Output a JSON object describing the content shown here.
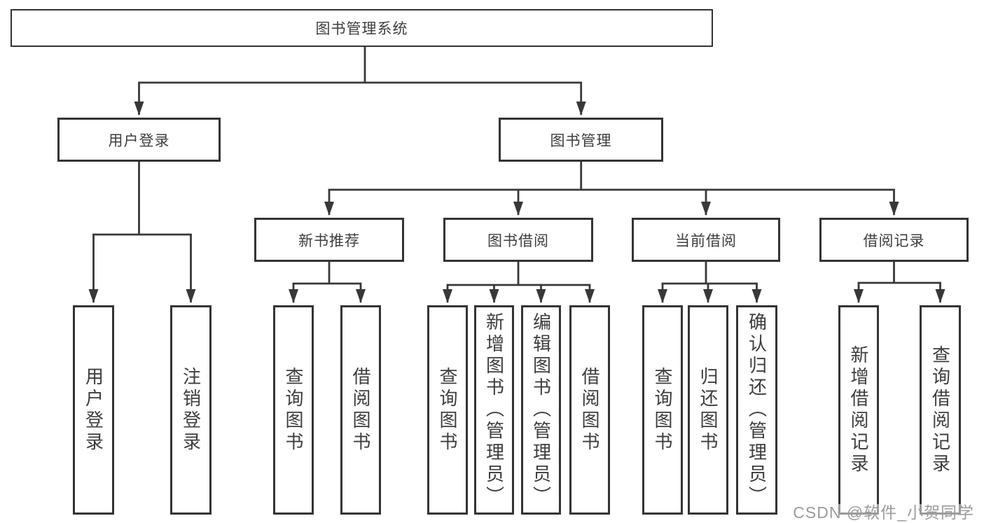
{
  "diagram": {
    "root": {
      "label": "图书管理系统"
    },
    "level2": [
      {
        "label": "用户登录"
      },
      {
        "label": "图书管理"
      }
    ],
    "level3": [
      {
        "label": "新书推荐"
      },
      {
        "label": "图书借阅"
      },
      {
        "label": "当前借阅"
      },
      {
        "label": "借阅记录"
      }
    ],
    "leaves": {
      "user_login": [
        "用户登录",
        "注销登录"
      ],
      "new_books": [
        "查询图书",
        "借阅图书"
      ],
      "book_borrowing": [
        "查询图书",
        "新增图书（管理员）",
        "编辑图书（管理员）",
        "借阅图书"
      ],
      "current_borrowing": [
        "查询图书",
        "归还图书",
        "确认归还（管理员）"
      ],
      "borrowing_records": [
        "新增借阅记录",
        "查询借阅记录"
      ]
    }
  },
  "watermark": "CSDN @软件_小贺同学",
  "colors": {
    "background": "#ffffff",
    "line": "#383838",
    "box_border": "#343434",
    "text": "#3d3d3d",
    "watermark": "#9b9b9b"
  }
}
